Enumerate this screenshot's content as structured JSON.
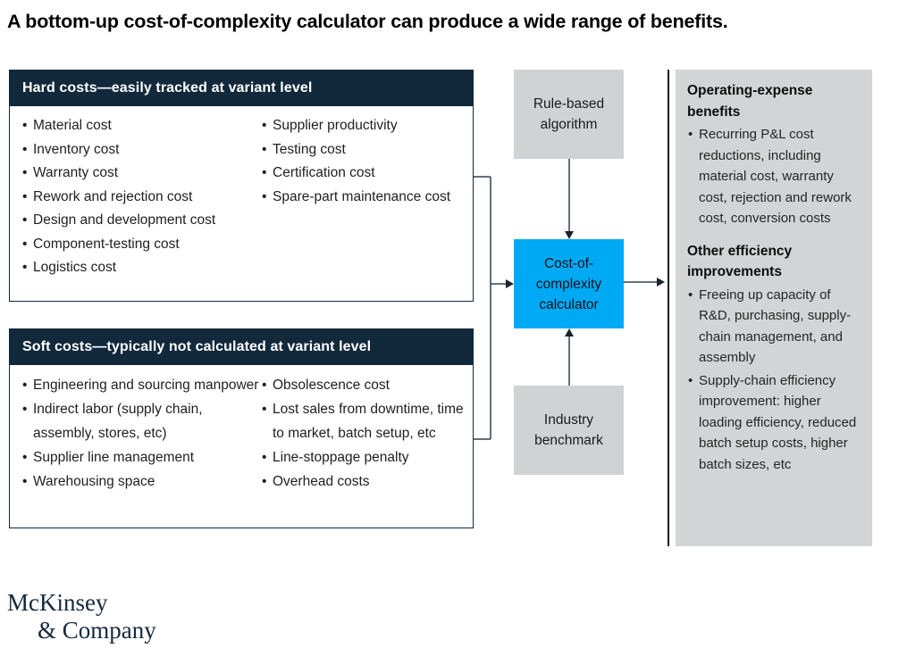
{
  "title": "A bottom-up cost-of-complexity calculator can produce a wide range of benefits.",
  "hard_costs": {
    "header": "Hard costs—easily tracked at variant level",
    "col1": [
      "Material cost",
      "Inventory cost",
      "Warranty cost",
      "Rework and rejection cost",
      "Design and development cost",
      "Component-testing cost",
      "Logistics cost"
    ],
    "col2": [
      "Supplier productivity",
      "Testing cost",
      "Certification cost",
      "Spare-part maintenance cost"
    ]
  },
  "soft_costs": {
    "header": "Soft costs—typically not calculated at variant level",
    "col1": [
      "Engineering and sourcing manpower",
      "Indirect labor (supply chain, assembly, stores, etc)",
      "Supplier line management",
      "Warehousing space"
    ],
    "col2": [
      "Obsolescence cost",
      "Lost sales from downtime, time to market, batch setup, etc",
      "Line-stoppage penalty",
      "Overhead costs"
    ]
  },
  "flow": {
    "input_top": "Rule-based algorithm",
    "calculator": "Cost-of-complexity calculator",
    "input_bottom": "Industry benchmark"
  },
  "benefits": {
    "section1_title": "Operating-expense benefits",
    "section1_items": [
      "Recurring P&L cost reductions, including material cost, warranty cost, rejection and rework cost, conversion costs"
    ],
    "section2_title": "Other efficiency improvements",
    "section2_items": [
      "Freeing up capacity of R&D, purchasing, supply-chain management, and assembly",
      "Supply-chain efficiency improvement: higher loading efficiency, reduced batch setup costs, higher batch sizes, etc"
    ]
  },
  "logo": {
    "line1": "McKinsey",
    "line2": "& Company"
  },
  "colors": {
    "deep_blue": "#12293c",
    "electric_blue": "#00a9f4",
    "box_gray": "#d0d3d4",
    "panel_gray": "#d2d4d5",
    "line": "#31414f"
  }
}
